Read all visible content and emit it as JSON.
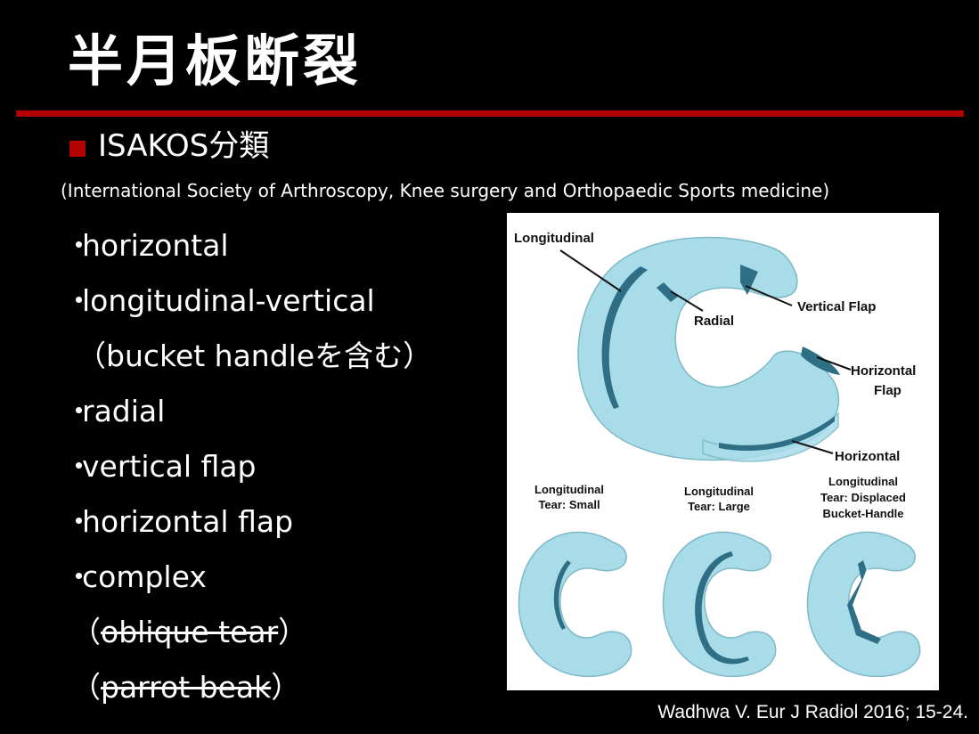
{
  "slide": {
    "title": "半月板断裂",
    "accent_color": "#b30000",
    "subtitle": "ISAKOS分類",
    "subtitle_expansion": "(International Society of Arthroscopy, Knee surgery and Orthopaedic Sports medicine)",
    "bullet_marker": "・",
    "items": [
      "horizontal",
      "longitudinal-vertical",
      "（bucket handleを含む）",
      "radial",
      "vertical flap",
      "horizontal flap",
      "complex",
      "（oblique tear）",
      "（parrot beak）"
    ],
    "struck_items": {
      "oblique_open": "（",
      "oblique_text": "oblique tear",
      "oblique_close": "）",
      "parrot_open": "（",
      "parrot_text": "parrot beak",
      "parrot_close": "）"
    },
    "citation": "Wadhwa V. Eur J Radiol 2016; 15-24."
  },
  "figure": {
    "meniscus_color": "#a8dce8",
    "tear_color": "#2f6f86",
    "labels": {
      "longitudinal": "Longitudinal",
      "radial": "Radial",
      "vertical_flap": "Vertical Flap",
      "horizontal_flap_1": "Horizontal",
      "horizontal_flap_2": "Flap",
      "horizontal": "Horizontal",
      "small_1": "Longitudinal",
      "small_2": "Tear: Small",
      "large_1": "Longitudinal",
      "large_2": "Tear: Large",
      "bucket_1": "Longitudinal",
      "bucket_2": "Tear: Displaced",
      "bucket_3": "Bucket-Handle"
    }
  }
}
